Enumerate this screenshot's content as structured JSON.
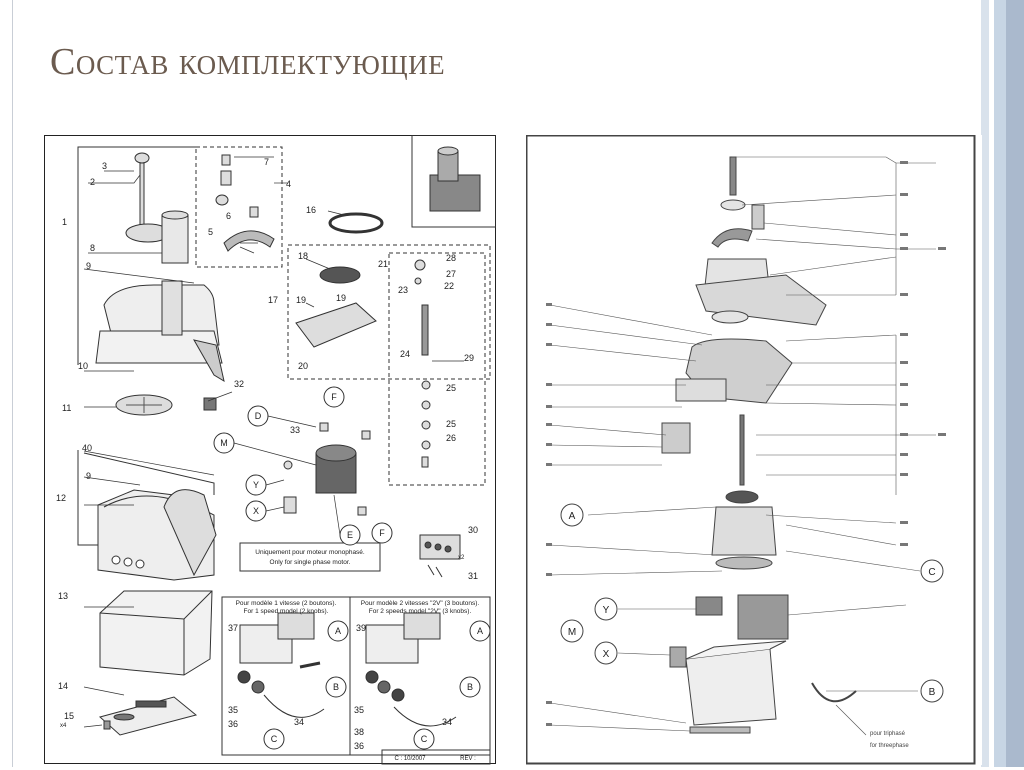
{
  "slide": {
    "title": "Состав комплектующие",
    "background": "#ffffff",
    "accent_colors": [
      "#c7d5e4",
      "#aab9cd",
      "#d9e2ec"
    ]
  },
  "left_diagram": {
    "part_numbers": [
      "1",
      "2",
      "3",
      "4",
      "5",
      "6",
      "7",
      "8",
      "9",
      "10",
      "11",
      "12",
      "13",
      "14",
      "15",
      "16",
      "17",
      "18",
      "19",
      "19",
      "20",
      "21",
      "22",
      "23",
      "24",
      "25",
      "25",
      "26",
      "27",
      "28",
      "29",
      "30",
      "31",
      "32",
      "33",
      "34",
      "34",
      "35",
      "35",
      "36",
      "36",
      "37",
      "38",
      "39",
      "40",
      "9"
    ],
    "letter_callouts": [
      "D",
      "F",
      "M",
      "Y",
      "X",
      "E",
      "F",
      "A",
      "B",
      "C",
      "A",
      "B",
      "C"
    ],
    "note_motor": "Uniquement pour moteur monophasé. Only for single phase motor.",
    "model_1_speed": "Pour modèle 1 vitesse (2 boutons). For 1 speed model (2 knobs).",
    "model_2_speed": "Pour modèle 2 vitesses \"2V\" (3 boutons). For 2 speeds model \"2V\" (3 knobs).",
    "qty_label_15": "x4",
    "qty_label_30": "x2",
    "footer_date": "C : 10/2007",
    "footer_rev": "REV :"
  },
  "right_diagram": {
    "letter_callouts": [
      "A",
      "C",
      "Y",
      "M",
      "X",
      "B"
    ],
    "note_text": "pour triphasé / for threephase"
  }
}
